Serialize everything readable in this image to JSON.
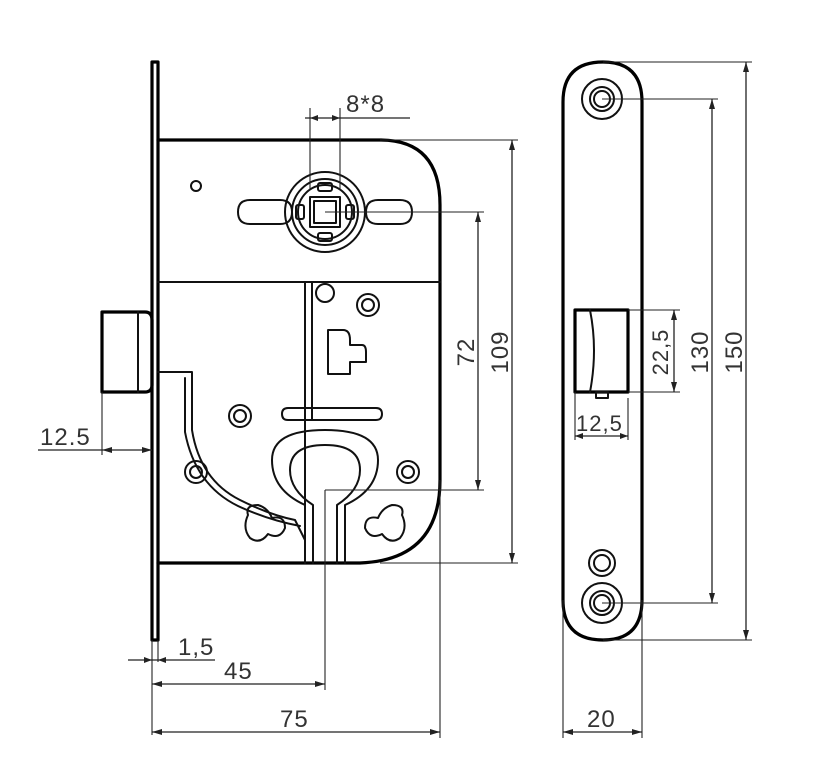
{
  "dimensions": {
    "spindle_square": "8*8",
    "height_main": "109",
    "spindle_to_cylinder": "72",
    "latch_projection": "12.5",
    "faceplate_thickness": "1,5",
    "backset": "45",
    "body_depth": "75",
    "strike_height": "150",
    "strike_hole_spacing": "130",
    "strike_opening_height": "22,5",
    "strike_opening_width": "12,5",
    "strike_width": "20"
  }
}
